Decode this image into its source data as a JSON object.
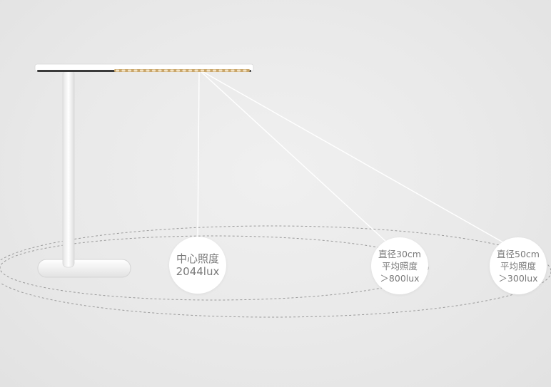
{
  "badges": {
    "center": {
      "line1": "中心照度",
      "line2": "2044lux"
    },
    "r30": {
      "line1": "直径30cm",
      "line2": "平均照度",
      "line3": "＞800lux"
    },
    "r50": {
      "line1": "直径50cm",
      "line2": "平均照度",
      "line3": "＞300lux"
    }
  },
  "colors": {
    "background": "#ebebeb",
    "lamp_body": "#ffffff",
    "lamp_edge": "#d8d8d8",
    "led_strip": "#c9a66b",
    "dashed_ring": "#9a9a9a",
    "text": "#7a7a7a"
  }
}
